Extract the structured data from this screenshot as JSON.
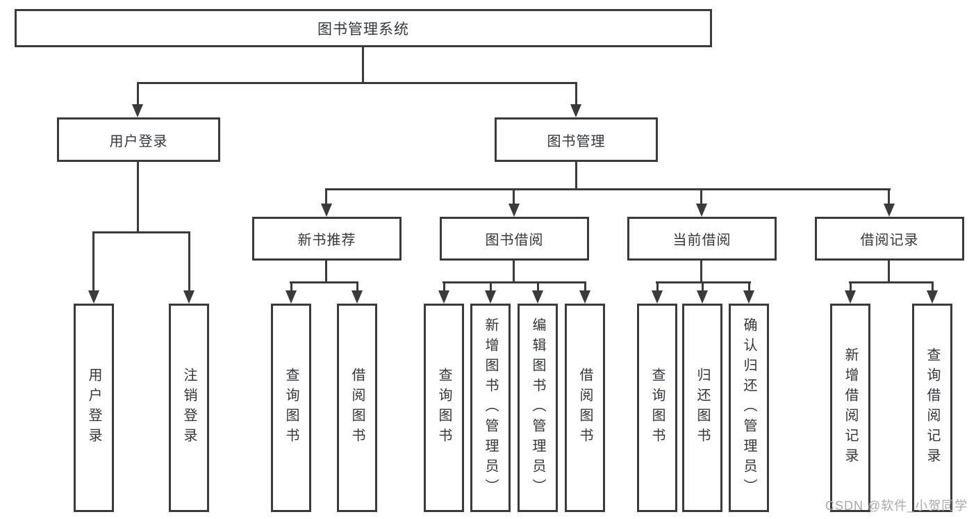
{
  "tree": {
    "root": {
      "label": "图书管理系统",
      "children": [
        {
          "label": "用户登录",
          "children": [
            {
              "label": "用户登录"
            },
            {
              "label": "注销登录"
            }
          ]
        },
        {
          "label": "图书管理",
          "children": [
            {
              "label": "新书推荐",
              "children": [
                {
                  "label": "查询图书"
                },
                {
                  "label": "借阅图书"
                }
              ]
            },
            {
              "label": "图书借阅",
              "children": [
                {
                  "label": "查询图书"
                },
                {
                  "label": "新增图书（管理员）"
                },
                {
                  "label": "编辑图书（管理员）"
                },
                {
                  "label": "借阅图书"
                }
              ]
            },
            {
              "label": "当前借阅",
              "children": [
                {
                  "label": "查询图书"
                },
                {
                  "label": "归还图书"
                },
                {
                  "label": "确认归还（管理员）"
                }
              ]
            },
            {
              "label": "借阅记录",
              "children": [
                {
                  "label": "新增借阅记录"
                },
                {
                  "label": "查询借阅记录"
                }
              ]
            }
          ]
        }
      ]
    }
  },
  "watermark": {
    "text": "CSDN @软件_小贺同学"
  },
  "colors": {
    "line": "#3a3a3a",
    "text": "#33363b",
    "watermark": "#a9a9a9",
    "background": "#ffffff"
  }
}
